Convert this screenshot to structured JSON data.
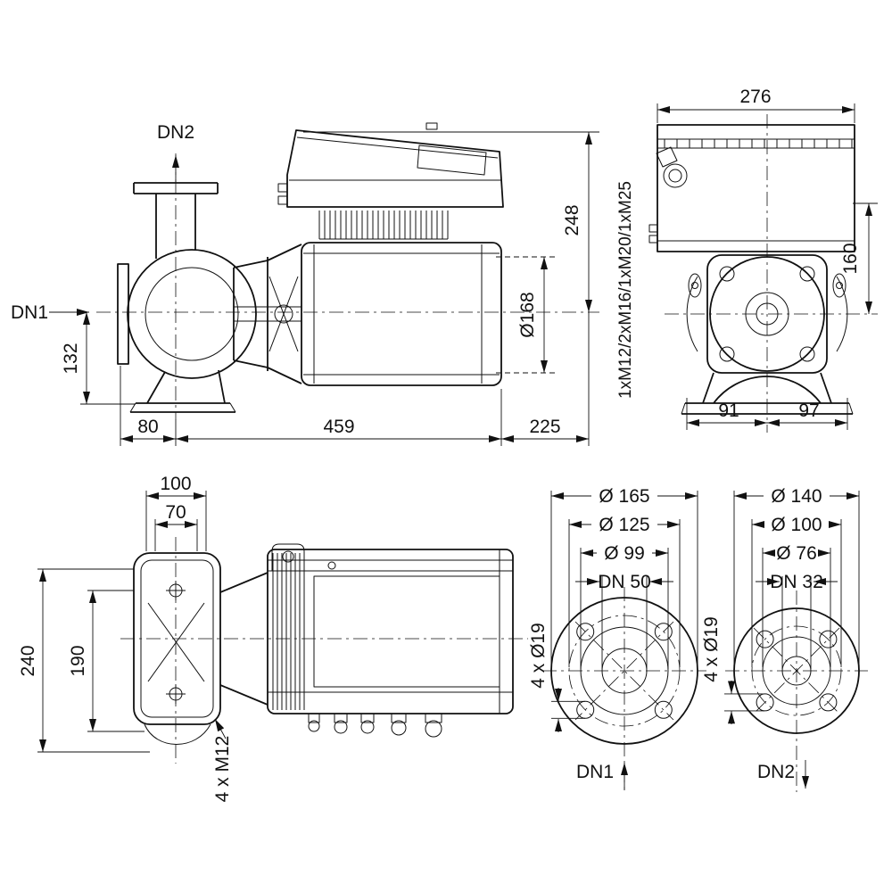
{
  "side_view": {
    "dn2": "DN2",
    "dn1": "DN1",
    "h132": "132",
    "w80": "80",
    "w459": "459",
    "w225": "225",
    "h248": "248",
    "d168": "Ø168"
  },
  "front_view": {
    "w276": "276",
    "h160": "160",
    "w91": "91",
    "w97": "97",
    "glands": "1xM12/2xM16/1xM20/1xM25"
  },
  "top_view": {
    "w100": "100",
    "w70": "70",
    "h240": "240",
    "h190": "190",
    "bolts": "4 x M12"
  },
  "flange_dn1": {
    "d165": "Ø 165",
    "d125": "Ø 125",
    "d99": "Ø 99",
    "dn": "DN 50",
    "holes": "4 x Ø19",
    "port": "DN1"
  },
  "flange_dn2": {
    "d140": "Ø 140",
    "d100": "Ø 100",
    "d76": "Ø 76",
    "dn": "DN 32",
    "holes": "4 x Ø19",
    "port": "DN2"
  }
}
